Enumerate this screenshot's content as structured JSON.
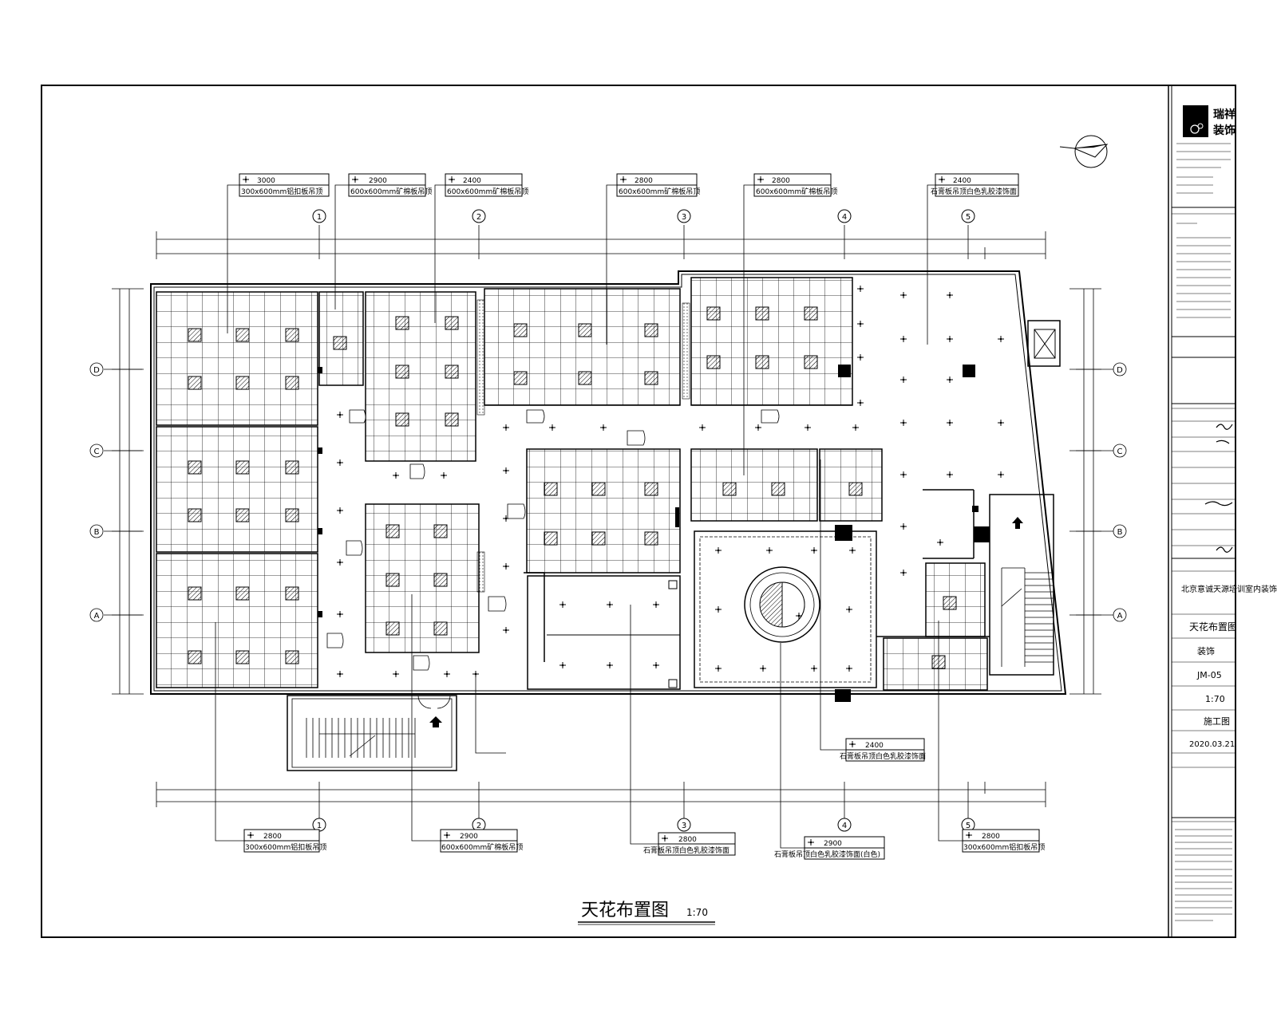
{
  "drawing": {
    "title": "天花布置图",
    "scale": "1:70",
    "grid_cols": [
      "1",
      "2",
      "3",
      "4",
      "5"
    ],
    "grid_rows": [
      "D",
      "C",
      "B",
      "A"
    ],
    "callouts_top": [
      {
        "height": "3000",
        "desc": "300x600mm铝扣板吊顶"
      },
      {
        "height": "2900",
        "desc": "600x600mm矿棉板吊顶"
      },
      {
        "height": "2400",
        "desc": "600x600mm矿棉板吊顶"
      },
      {
        "height": "2800",
        "desc": "600x600mm矿棉板吊顶"
      },
      {
        "height": "2800",
        "desc": "600x600mm矿棉板吊顶"
      },
      {
        "height": "2400",
        "desc": "石膏板吊顶白色乳胶漆饰面"
      }
    ],
    "callouts_bottom": [
      {
        "height": "2800",
        "desc": "300x600mm铝扣板吊顶"
      },
      {
        "height": "2900",
        "desc": "600x600mm矿棉板吊顶"
      },
      {
        "height": "2800",
        "desc": "石膏板吊顶白色乳胶漆饰面"
      },
      {
        "height": "2400",
        "desc": "石膏板吊顶白色乳胶漆饰面"
      },
      {
        "height": "2900",
        "desc": "石膏板吊顶白色乳胶漆饰面(白色)"
      },
      {
        "height": "2800",
        "desc": "300x600mm铝扣板吊顶"
      }
    ]
  },
  "title_block": {
    "company_cn_line1": "瑞祥",
    "company_cn_line2": "装饰",
    "project": "北京意诚天源培训室内装饰工程",
    "drawing_name": "天花布置图",
    "discipline": "装饰",
    "drawing_no": "JM-05",
    "scale": "1:70",
    "stage": "施工图",
    "date": "2020.03.21"
  }
}
